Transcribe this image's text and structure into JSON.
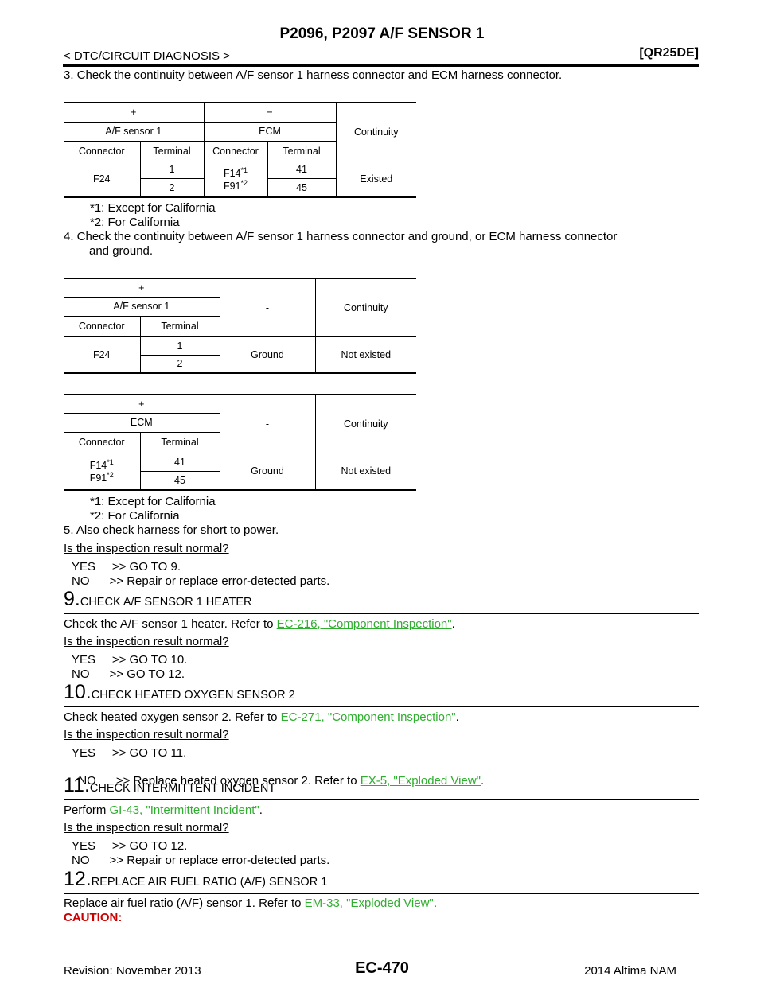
{
  "header": {
    "title": "P2096, P2097 A/F SENSOR 1",
    "breadcrumb": "< DTC/CIRCUIT DIAGNOSIS >",
    "model": "[QR25DE]"
  },
  "step3": {
    "text": "3.  Check the continuity between A/F sensor 1 harness connector and ECM harness connector.",
    "table": {
      "plus": "+",
      "minus": "−",
      "continuity": "Continuity",
      "af_sensor": "A/F sensor 1",
      "ecm": "ECM",
      "connector": "Connector",
      "terminal": "Terminal",
      "connector2": "Connector",
      "terminal2": "Terminal",
      "f24": "F24",
      "t1": "1",
      "t2": "2",
      "f14": "F14",
      "sup1": "*1",
      "f91": "F91",
      "sup2": "*2",
      "e41": "41",
      "e45": "45",
      "existed": "Existed"
    },
    "note1": "*1: Except for California",
    "note2": "*2: For California"
  },
  "step4": {
    "text_line1": "4.  Check the continuity between A/F sensor 1 harness connector and ground, or ECM harness connector",
    "text_line2": "and ground.",
    "table_af": {
      "plus": "+",
      "minus": "-",
      "continuity": "Continuity",
      "sensor": "A/F sensor 1",
      "connector": "Connector",
      "terminal": "Terminal",
      "f24": "F24",
      "t1": "1",
      "t2": "2",
      "ground": "Ground",
      "result": "Not existed"
    },
    "table_ecm": {
      "plus": "+",
      "minus": "-",
      "continuity": "Continuity",
      "ecm": "ECM",
      "connector": "Connector",
      "terminal": "Terminal",
      "f14": "F14",
      "sup1": "*1",
      "f91": "F91",
      "sup2": "*2",
      "t41": "41",
      "t45": "45",
      "ground": "Ground",
      "result": "Not existed"
    },
    "note1": "*1: Except for California",
    "note2": "*2: For California"
  },
  "step5": {
    "text": "5.  Also check harness for short to power.",
    "question": "Is the inspection result normal?",
    "yes": "YES     >> GO TO 9.",
    "no": "NO      >> Repair or replace error-detected parts."
  },
  "section9": {
    "num": "9.",
    "heading": "CHECK A/F SENSOR 1 HEATER",
    "text_pre": "Check the A/F sensor 1 heater. Refer to ",
    "link": "EC-216, \"Component Inspection\"",
    "text_post": ".",
    "question": "Is the inspection result normal?",
    "yes": "YES     >> GO TO 10.",
    "no": "NO      >> GO TO 12."
  },
  "section10": {
    "num": "10.",
    "heading": "CHECK HEATED OXYGEN SENSOR 2",
    "text_pre": "Check heated oxygen sensor 2. Refer to ",
    "link": "EC-271, \"Component Inspection\"",
    "text_post": ".",
    "question": "Is the inspection result normal?",
    "yes": "YES     >> GO TO 11.",
    "no_pre": "NO      >> Replace heated oxygen sensor 2. Refer to ",
    "no_link": "EX-5, \"Exploded View\"",
    "no_post": "."
  },
  "section11": {
    "num": "11.",
    "heading": "CHECK INTERMITTENT INCIDENT",
    "text_pre": "Perform ",
    "link": "GI-43, \"Intermittent Incident\"",
    "text_post": ".",
    "question": "Is the inspection result normal?",
    "yes": "YES     >> GO TO 12.",
    "no": "NO      >> Repair or replace error-detected parts."
  },
  "section12": {
    "num": "12.",
    "heading": "REPLACE AIR FUEL RATIO (A/F) SENSOR 1",
    "text_pre": "Replace air fuel ratio (A/F) sensor 1. Refer to ",
    "link": "EM-33, \"Exploded View\"",
    "text_post": ".",
    "caution": "CAUTION:"
  },
  "footer": {
    "revision": "Revision: November 2013",
    "page": "EC-470",
    "model_year": "2014 Altima NAM"
  }
}
